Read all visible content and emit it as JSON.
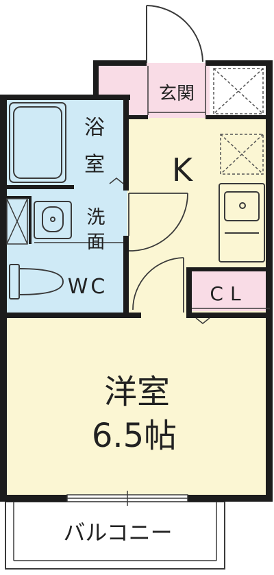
{
  "labels": {
    "genkan": "玄関",
    "bath": [
      "浴",
      "室"
    ],
    "kitchen": "K",
    "washroom": [
      "洗",
      "面"
    ],
    "wc": "WC",
    "closet": "CL",
    "western_room": "洋室",
    "room_size": "6.5帖",
    "balcony": "バルコニー"
  },
  "colors": {
    "wall": "#1c1c1c",
    "bath_blue": "#cfeaf6",
    "floor_cream": "#fbf6d3",
    "entrance_pink": "#f9dce6",
    "line": "#3a3a3a"
  }
}
